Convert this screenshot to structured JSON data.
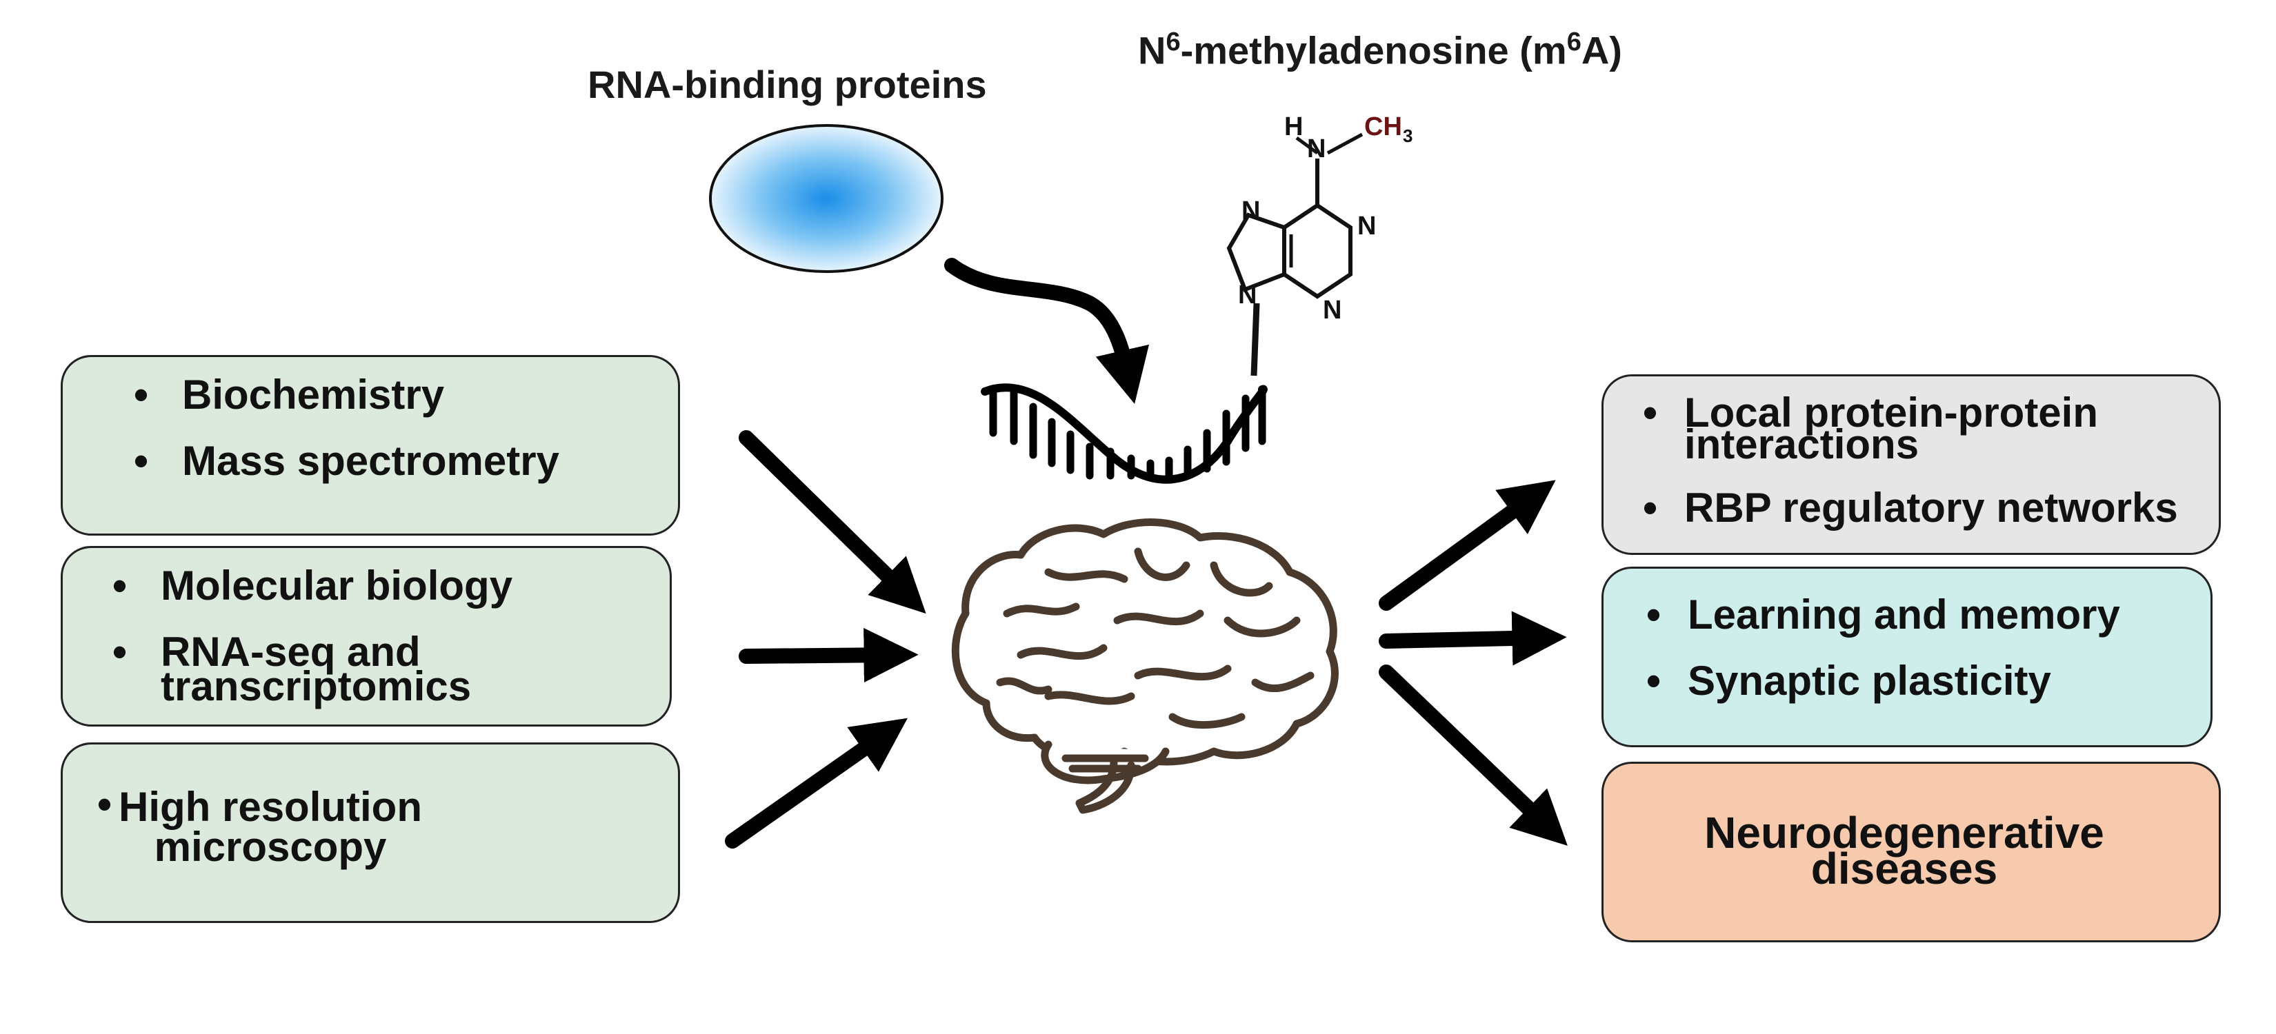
{
  "labels": {
    "rbp": "RNA-binding proteins",
    "m6a_prefix": "N",
    "m6a_sup1": "6",
    "m6a_middle": "-methyladenosine (m",
    "m6a_sup2": "6",
    "m6a_suffix": "A)"
  },
  "molecule": {
    "atom_h": "H",
    "atom_n_top": "N",
    "atom_ch": "CH",
    "atom_ch_sub": "3",
    "ring_n_left": "N",
    "ring_n_right": "N",
    "ring_n_lower": "N",
    "ring_n_bottom": "N"
  },
  "methods": {
    "box1": [
      "Biochemistry",
      "Mass spectrometry"
    ],
    "box2_item1": "Molecular biology",
    "box2_item2_line1": "RNA-seq and",
    "box2_item2_line2": "transcriptomics",
    "box3_line1": "High resolution",
    "box3_line2": "microscopy"
  },
  "outcomes": {
    "box1_item1_line1": "Local protein-protein",
    "box1_item1_line2": "interactions",
    "box1_item2": "RBP regulatory networks",
    "box2": [
      "Learning and memory",
      "Synaptic plasticity"
    ],
    "box3_line1": "Neurodegenerative",
    "box3_line2": "diseases"
  },
  "bullet_symbol": "•",
  "colors": {
    "methods_box": "#dce9dd",
    "outcome_gray": "#e6e6e6",
    "outcome_cyan": "#cdeeeb",
    "outcome_salmon": "#f7c9ad",
    "rbp_blob_center": "#1a8ee8",
    "brain_outline": "#4a3a2e"
  },
  "icons": {
    "rbp": "rbp-ellipse-icon",
    "rna": "rna-strand-icon",
    "brain": "brain-icon",
    "molecule": "m6a-molecule-icon"
  }
}
